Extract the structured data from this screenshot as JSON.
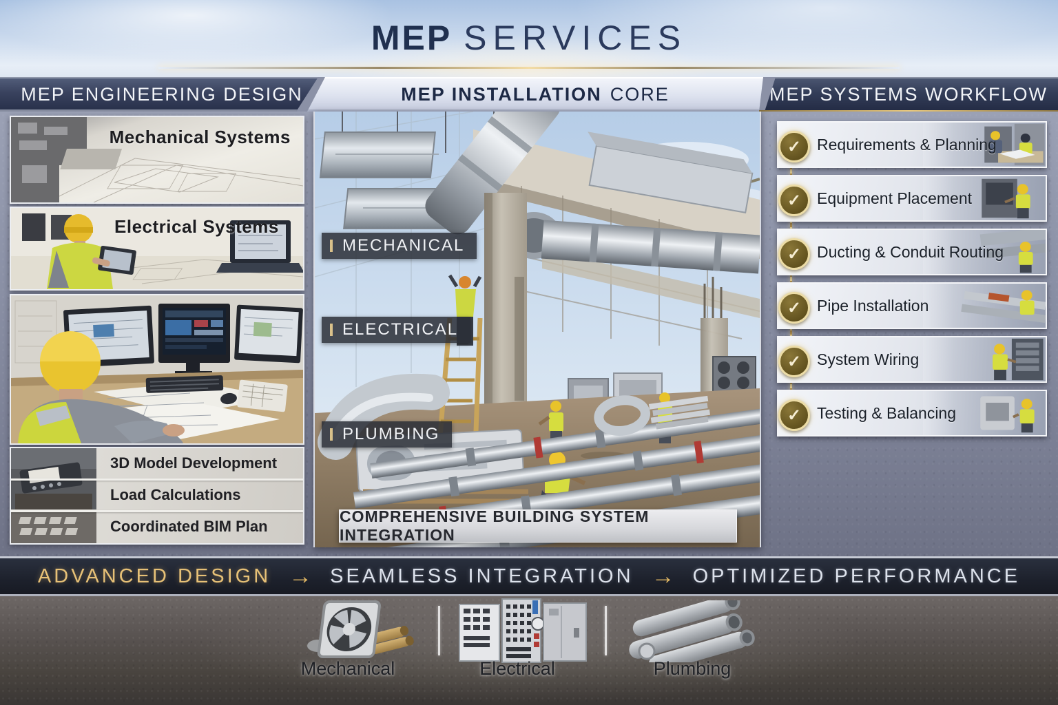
{
  "title": {
    "bold": "MEP",
    "light": "SERVICES"
  },
  "left": {
    "header": "MEP ENGINEERING DESIGN",
    "panel_mechanical": "Mechanical Systems",
    "panel_electrical": "Electrical Systems",
    "list": [
      "3D Model Development",
      "Load Calculations",
      "Coordinated BIM Plan"
    ]
  },
  "center": {
    "header_bold": "MEP INSTALLATION",
    "header_light": "CORE",
    "tags": [
      "MECHANICAL",
      "ELECTRICAL",
      "PLUMBING"
    ],
    "banner": "COMPREHENSIVE BUILDING SYSTEM INTEGRATION"
  },
  "right": {
    "header": "MEP SYSTEMS WORKFLOW",
    "check_glyph": "✓",
    "items": [
      "Requirements & Planning",
      "Equipment Placement",
      "Ducting & Conduit Routing",
      "Pipe Installation",
      "System Wiring",
      "Testing & Balancing"
    ]
  },
  "footer": {
    "step1": "ADVANCED DESIGN",
    "step2": "SEAMLESS INTEGRATION",
    "step3": "OPTIMIZED PERFORMANCE",
    "arrow": "→",
    "labels": [
      "Mechanical",
      "Electrical",
      "Plumbing"
    ]
  },
  "colors": {
    "gold": "#e7c177",
    "navy": "#20304f",
    "silver": "#dde2ec",
    "check_circle": "#63531f"
  }
}
